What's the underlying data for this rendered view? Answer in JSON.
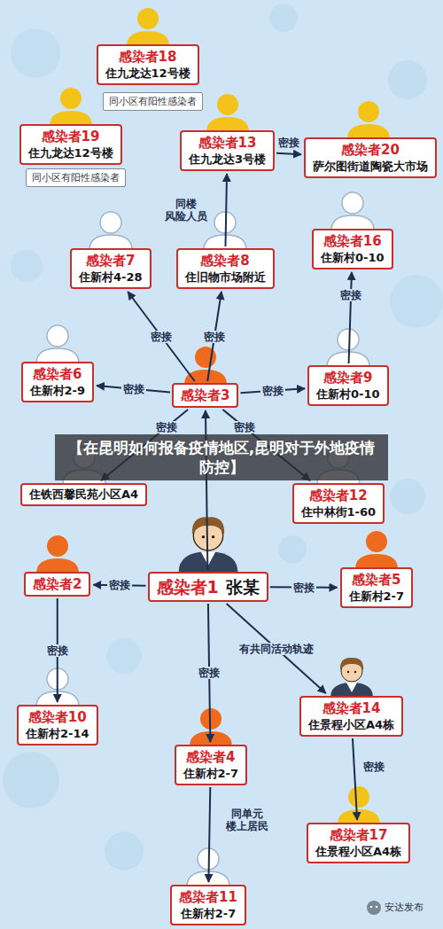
{
  "diagram": {
    "title": "【在昆明如何报备疫情地区,昆明对于外地疫情防控】",
    "nodes": [
      {
        "text": [
          "感染者18",
          "住九龙达12号楼"
        ]
      },
      {
        "text": [
          "同小区有阳性感染者"
        ]
      },
      {
        "text": [
          "感染者19",
          "住九龙达12号楼"
        ]
      },
      {
        "text": [
          "同小区有阳性感染者"
        ]
      },
      {
        "text": [
          "感染者13",
          "住九龙达3号楼"
        ]
      },
      {
        "text": [
          "感染者20",
          "萨尔图街道陶瓷大市场"
        ]
      },
      {
        "text": [
          "感染者7",
          "住新村4-28"
        ]
      },
      {
        "text": [
          "感染者8",
          "住旧物市场附近"
        ]
      },
      {
        "text": [
          "感染者16",
          "住新村0-10"
        ]
      },
      {
        "text": [
          "感染者6",
          "住新村2-9"
        ]
      },
      {
        "text": [
          "感染者3"
        ]
      },
      {
        "text": [
          "感染者9",
          "住新村0-10"
        ]
      },
      {
        "text": [
          "住铁西馨民苑小区A4"
        ]
      },
      {
        "text": [
          "感染者12",
          "住中林街1-60"
        ]
      },
      {
        "text": [
          "感染者2"
        ]
      },
      {
        "text": [
          "感染者1",
          "张某"
        ]
      },
      {
        "text": [
          "感染者5",
          "住新村2-7"
        ]
      },
      {
        "text": [
          "感染者10",
          "住新村2-14"
        ]
      },
      {
        "text": [
          "感染者14",
          "住景程小区A4栋"
        ]
      },
      {
        "text": [
          "感染者4",
          "住新村2-7"
        ]
      },
      {
        "text": [
          "感染者17",
          "住景程小区A4栋"
        ]
      },
      {
        "text": [
          "感染者11",
          "住新村2-7"
        ]
      }
    ],
    "edges": [
      {
        "from": 4,
        "to": 5,
        "label": "密接",
        "arrow": "to"
      },
      {
        "from": 7,
        "to": 4,
        "label": "同楼 风险人员",
        "arrow": "to"
      },
      {
        "from": 10,
        "to": 6,
        "label": "密接",
        "arrow": "to"
      },
      {
        "from": 10,
        "to": 7,
        "label": "密接",
        "arrow": "to"
      },
      {
        "from": 10,
        "to": 9,
        "label": "密接",
        "arrow": "to"
      },
      {
        "from": 10,
        "to": 11,
        "label": "密接",
        "arrow": "to"
      },
      {
        "from": 11,
        "to": 8,
        "label": "密接",
        "arrow": "to"
      },
      {
        "from": 10,
        "to": 12,
        "label": "密接",
        "arrow": "to"
      },
      {
        "from": 10,
        "to": 13,
        "label": "密接",
        "arrow": "to"
      },
      {
        "from": 15,
        "to": 10,
        "arrow": "to"
      },
      {
        "from": 15,
        "to": 14,
        "label": "密接",
        "arrow": "to"
      },
      {
        "from": 15,
        "to": 16,
        "label": "密接",
        "arrow": "to"
      },
      {
        "from": 15,
        "to": 19,
        "label": "密接",
        "arrow": "to"
      },
      {
        "from": 15,
        "to": 18,
        "label": "有共同活动轨迹",
        "arrow": "to"
      },
      {
        "from": 14,
        "to": 17,
        "label": "密接",
        "arrow": "to"
      },
      {
        "from": 18,
        "to": 20,
        "label": "密接",
        "arrow": "to"
      },
      {
        "from": 19,
        "to": 21,
        "label": "同单元 楼上居民",
        "arrow": "to"
      }
    ],
    "labels": [
      "安达发布"
    ]
  }
}
